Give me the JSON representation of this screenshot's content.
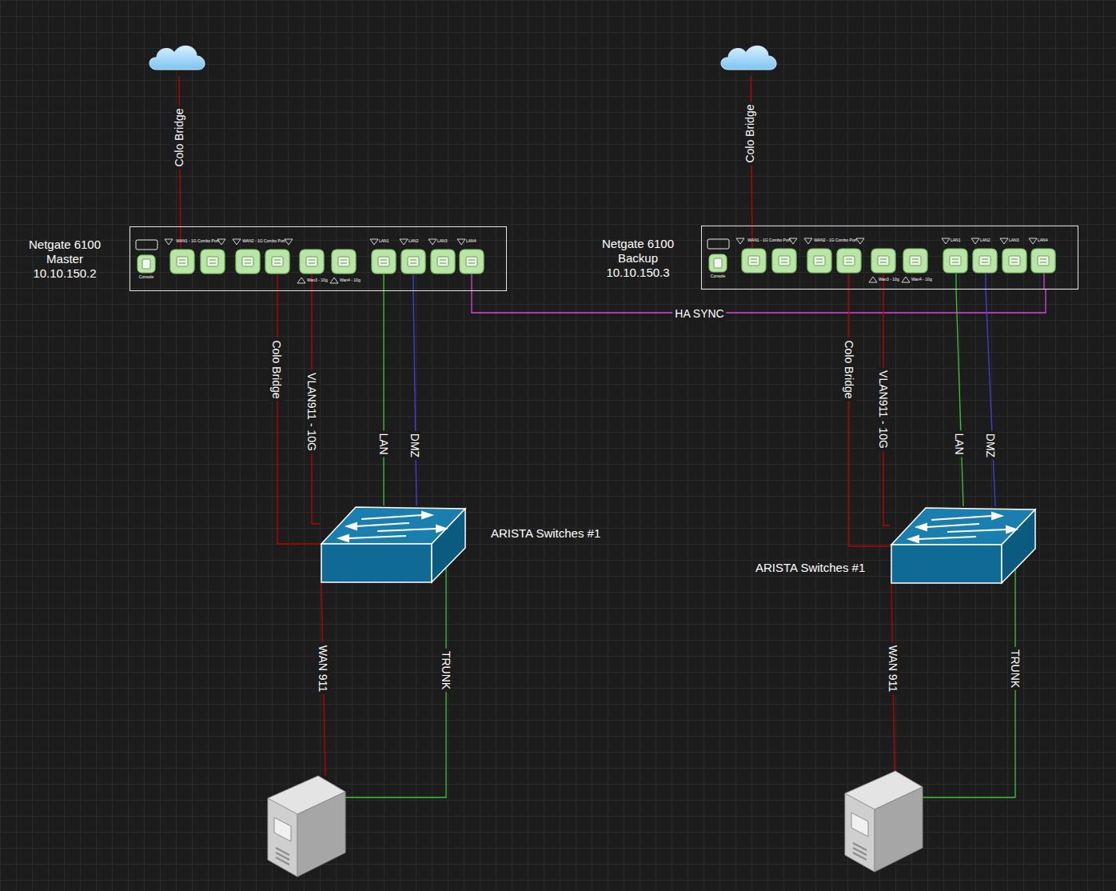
{
  "diagram": {
    "nodes": [
      {
        "text": [
          "Netgate 6100 Master 10.10.150.2"
        ]
      },
      {
        "text": [
          "Netgate 6100 Backup 10.10.150.3"
        ]
      },
      {
        "text": [
          "ARISTA Switches #1"
        ]
      },
      {
        "text": [
          "ARISTA Switches #1"
        ]
      }
    ],
    "edges": [
      {
        "from": 0,
        "to": 2,
        "label": "Colo Bridge",
        "arrow": "none"
      },
      {
        "from": 0,
        "to": 2,
        "label": "VLAN911 - 10G",
        "arrow": "none"
      },
      {
        "from": 0,
        "to": 2,
        "label": "LAN",
        "arrow": "none"
      },
      {
        "from": 0,
        "to": 2,
        "label": "DMZ",
        "arrow": "none"
      },
      {
        "from": 0,
        "to": 1,
        "label": "HA SYNC",
        "arrow": "none"
      },
      {
        "from": 1,
        "to": 3,
        "label": "Colo Bridge",
        "arrow": "none"
      },
      {
        "from": 1,
        "to": 3,
        "label": "VLAN911 - 10G",
        "arrow": "none"
      },
      {
        "from": 1,
        "to": 3,
        "label": "LAN",
        "arrow": "none"
      },
      {
        "from": 1,
        "to": 3,
        "label": "DMZ",
        "arrow": "none"
      }
    ],
    "labels": [
      "Console",
      "WAN1 - 1G Combo Port",
      "WAN2 - 1G Combo Port",
      "Wan3 - 10g",
      "Wan4 - 10g",
      "LAN1",
      "LAN2",
      "LAN3",
      "LAN4",
      "Colo Bridge",
      "WAN 911",
      "TRUNK",
      "Console",
      "WAN1 - 1G Combo Port",
      "WAN2 - 1G Combo Port",
      "Wan3 - 10g",
      "Wan4 - 10g",
      "LAN1",
      "LAN2",
      "LAN3",
      "LAN4",
      "Colo Bridge",
      "WAN 911",
      "TRUNK"
    ]
  }
}
